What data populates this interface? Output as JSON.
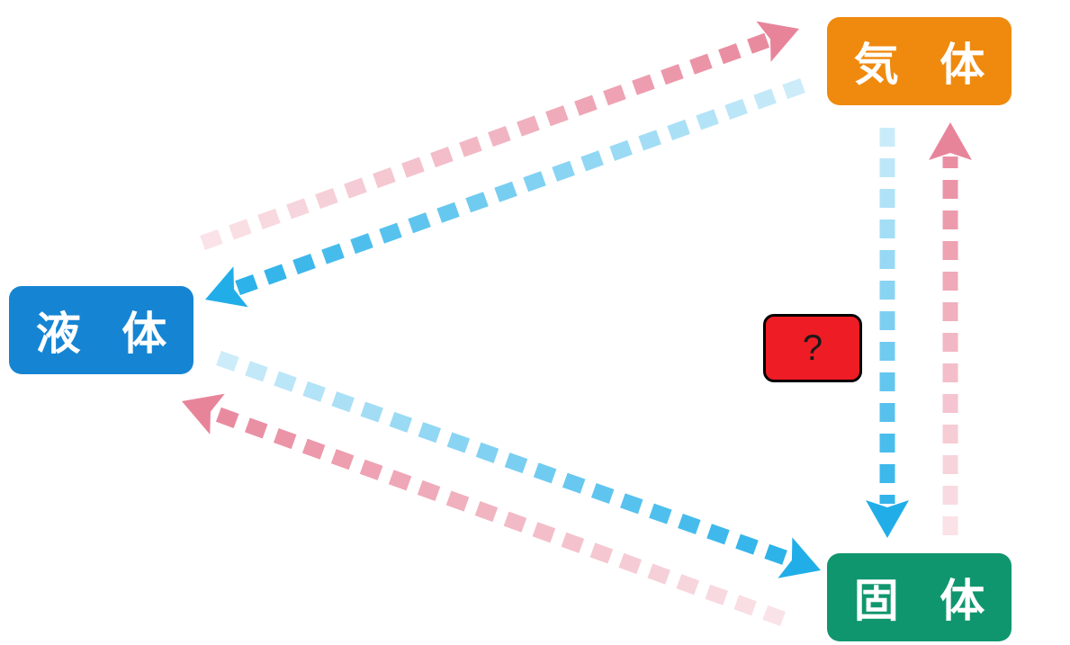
{
  "nodes": {
    "gas": {
      "label": "気 体",
      "color": "#ef8a0e"
    },
    "liquid": {
      "label": "液 体",
      "color": "#1585d3"
    },
    "solid": {
      "label": "固 体",
      "color": "#10966e"
    }
  },
  "unknown_label": {
    "text": "?",
    "color": "#ee1c24"
  },
  "colors": {
    "heating_arrow": "#e8849a",
    "cooling_arrow": "#21aee8"
  },
  "transitions": [
    {
      "from": "liquid",
      "to": "gas",
      "kind": "heating"
    },
    {
      "from": "gas",
      "to": "liquid",
      "kind": "cooling"
    },
    {
      "from": "liquid",
      "to": "solid",
      "kind": "cooling"
    },
    {
      "from": "solid",
      "to": "liquid",
      "kind": "heating"
    },
    {
      "from": "gas",
      "to": "solid",
      "kind": "cooling"
    },
    {
      "from": "solid",
      "to": "gas",
      "kind": "heating"
    }
  ]
}
